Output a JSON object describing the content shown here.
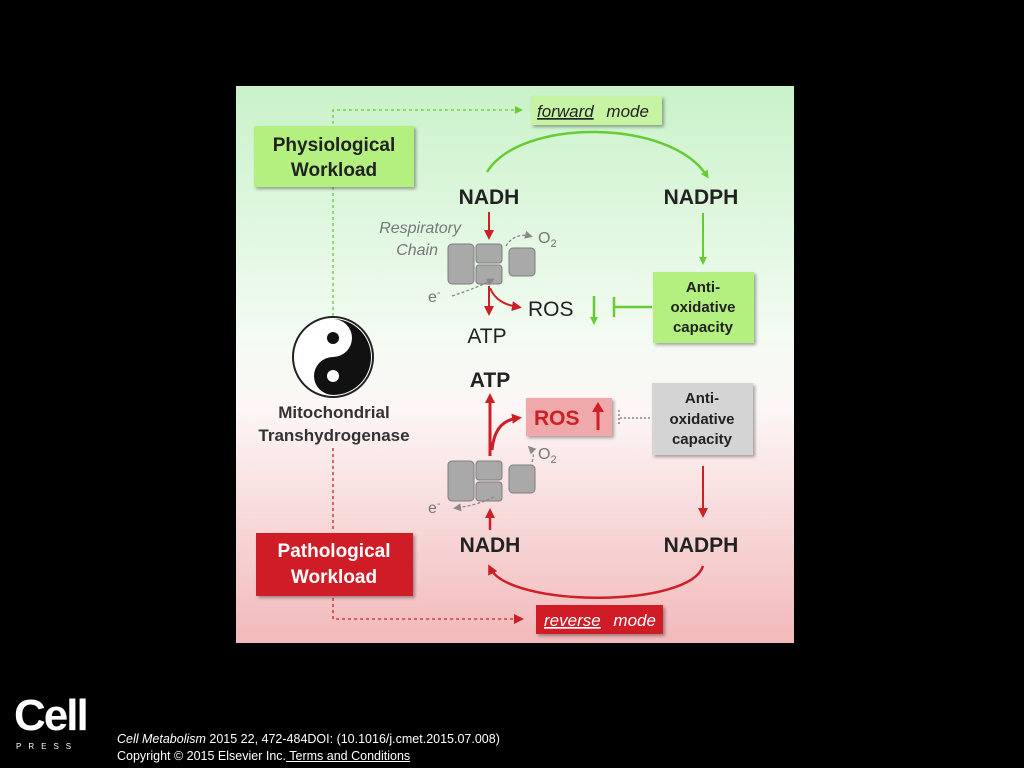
{
  "diagram": {
    "mode_forward": {
      "word": "forward",
      "rest": "mode"
    },
    "mode_reverse": {
      "word": "reverse",
      "rest": "mode"
    },
    "physiological": {
      "line1": "Physiological",
      "line2": "Workload"
    },
    "pathological": {
      "line1": "Pathological",
      "line2": "Workload"
    },
    "enzyme": {
      "line1": "Mitochondrial",
      "line2": "Transhydrogenase"
    },
    "top": {
      "nadh": "NADH",
      "nadph": "NADPH",
      "respiratory1": "Respiratory",
      "respiratory2": "Chain",
      "o2": "O",
      "o2_sub": "2",
      "electron": "e",
      "electron_sup": "-",
      "ros": "ROS",
      "atp": "ATP",
      "antiox": [
        "Anti-",
        "oxidative",
        "capacity"
      ]
    },
    "bottom": {
      "atp": "ATP",
      "ros": "ROS",
      "o2": "O",
      "o2_sub": "2",
      "electron": "e",
      "electron_sup": "-",
      "nadh": "NADH",
      "nadph": "NADPH",
      "antiox": [
        "Anti-",
        "oxidative",
        "capacity"
      ]
    },
    "colors": {
      "green": "#66cc33",
      "green_box": "#b3f07f",
      "red": "#cc1f26",
      "red_box": "#cf1f27",
      "ros_box": "#efa9ab",
      "gray_box": "#d4d4d4",
      "chain": "#a9a9a9"
    }
  },
  "footer": {
    "journal": "Cell Metabolism",
    "citation": " 2015 22, 472-484DOI: (10.1016/j.cmet.2015.07.008)",
    "copyright": "Copyright © 2015 Elsevier Inc.",
    "terms": " Terms and Conditions"
  },
  "logo": {
    "cell": "Cell",
    "press": "PRESS"
  }
}
